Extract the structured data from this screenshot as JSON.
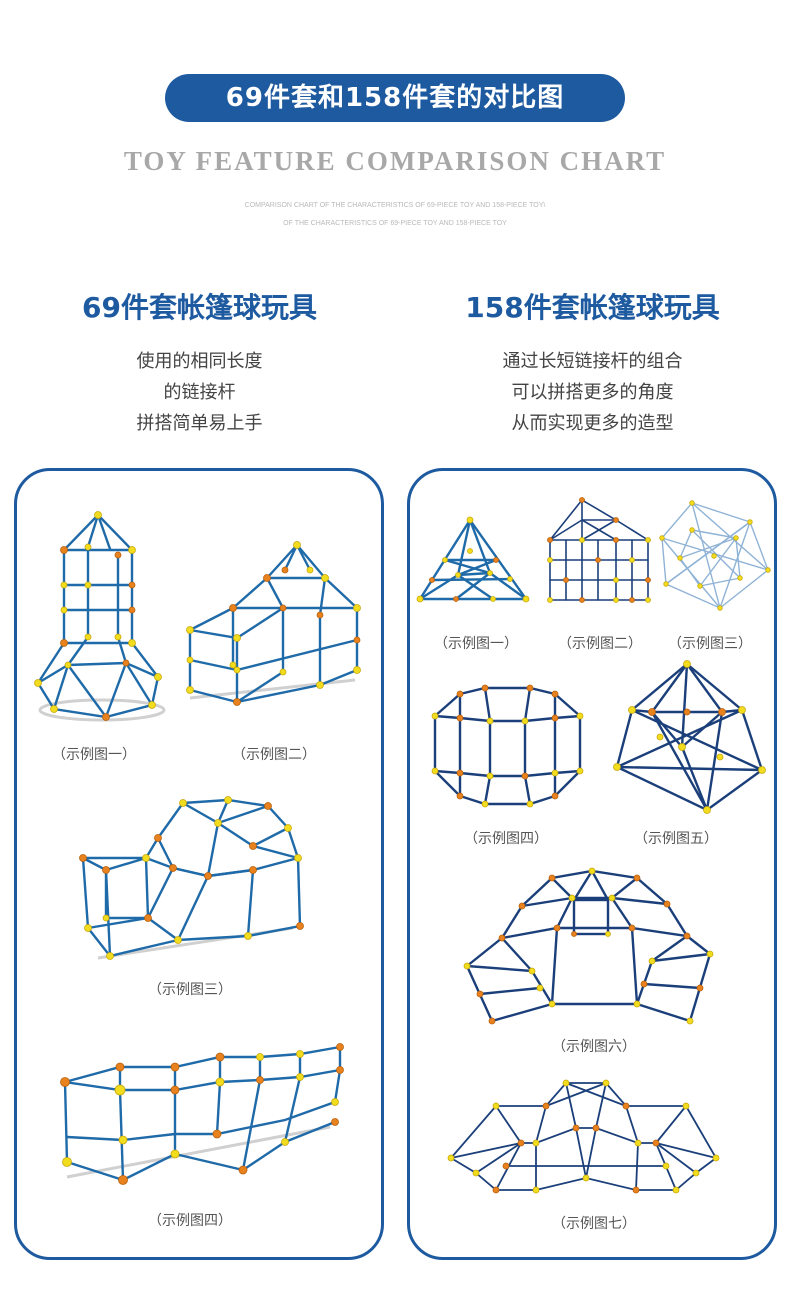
{
  "header": {
    "title": "69件套和158件套的对比图",
    "en_title": "TOY FEATURE COMPARISON CHART",
    "en_sub1": "COMPARISON CHART OF THE CHARACTERISTICS OF 69-PIECE TOY AND 158-PIECE TOY\\",
    "en_sub2": "OF THE CHARACTERISTICS OF 69-PIECE TOY AND 158-PIECE TOY"
  },
  "left": {
    "title": "69件套帐篷球玩具",
    "desc": [
      "使用的相同长度",
      "的链接杆",
      "拼搭简单易上手"
    ],
    "captions": [
      "（示例图一）",
      "（示例图二）",
      "（示例图三）",
      "（示例图四）"
    ]
  },
  "right": {
    "title": "158件套帐篷球玩具",
    "desc": [
      "通过长短链接杆的组合",
      "可以拼搭更多的角度",
      "从而实现更多的造型"
    ],
    "captions": [
      "（示例图一）",
      "（示例图二）",
      "（示例图三）",
      "（示例图四）",
      "（示例图五）",
      "（示例图六）",
      "（示例图七）"
    ]
  },
  "colors": {
    "accent": "#1e5aa0",
    "rod": "#1f6aa8",
    "rod_dark": "#1b3f7a",
    "connector_yellow": "#f2dc1e",
    "connector_orange": "#e8821e"
  },
  "icons": [
    "connector-node",
    "rod-frame"
  ]
}
